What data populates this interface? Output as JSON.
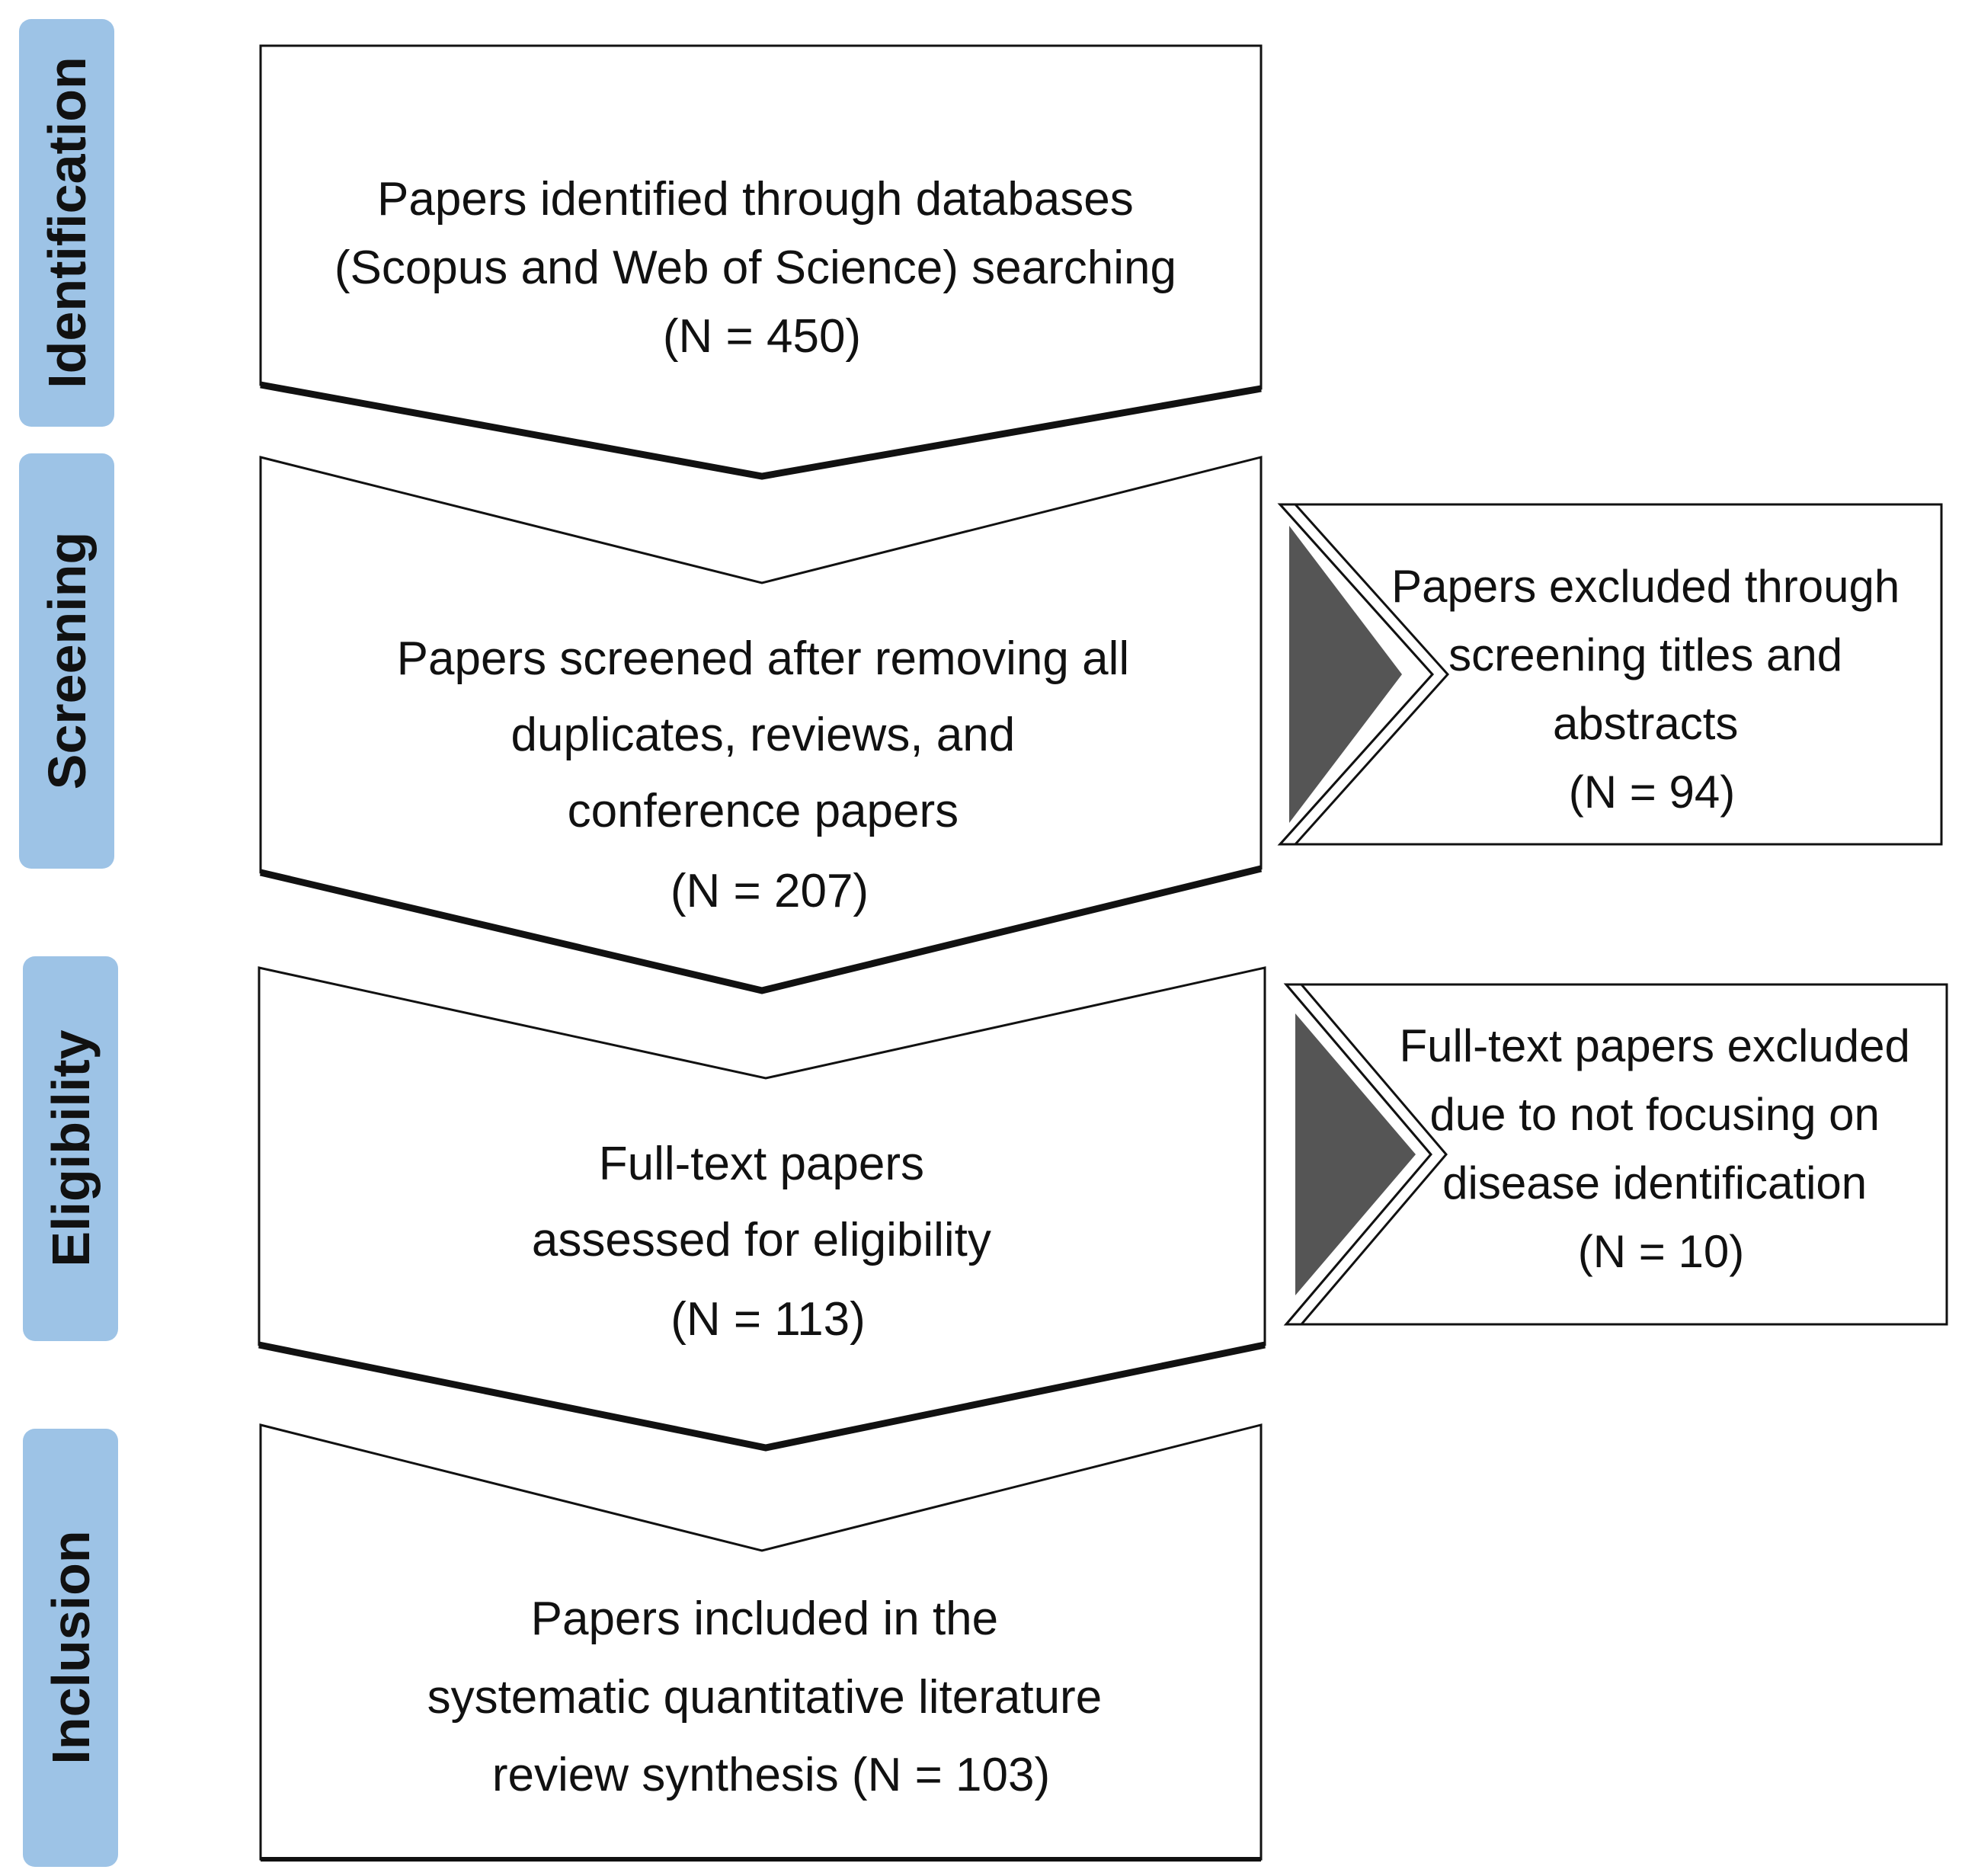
{
  "stages": [
    {
      "label": "Identification"
    },
    {
      "label": "Screening"
    },
    {
      "label": "Eligibility"
    },
    {
      "label": "Inclusion"
    }
  ],
  "main_boxes": [
    {
      "lines": [
        "Papers identified through databases",
        "(Scopus and Web of Science) searching",
        "(N = 450)"
      ]
    },
    {
      "lines": [
        "Papers screened after removing  all",
        "duplicates, reviews, and",
        "conference papers",
        "(N = 207)"
      ]
    },
    {
      "lines": [
        "Full-text  papers",
        "assessed for eligibility",
        "(N = 113)"
      ]
    },
    {
      "lines": [
        "Papers included  in the",
        "systematic quantitative literature",
        "review synthesis (N = 103)"
      ]
    }
  ],
  "side_boxes": [
    {
      "lines": [
        "Papers excluded through",
        "screening titles and",
        "abstracts",
        "(N = 94)"
      ]
    },
    {
      "lines": [
        "Full-text papers excluded",
        "due to not focusing on",
        "disease identification",
        "(N = 10)"
      ]
    }
  ],
  "colors": {
    "stage_bar": "#9dc3e6",
    "arrow_fill": "#555555",
    "line": "#111111"
  }
}
